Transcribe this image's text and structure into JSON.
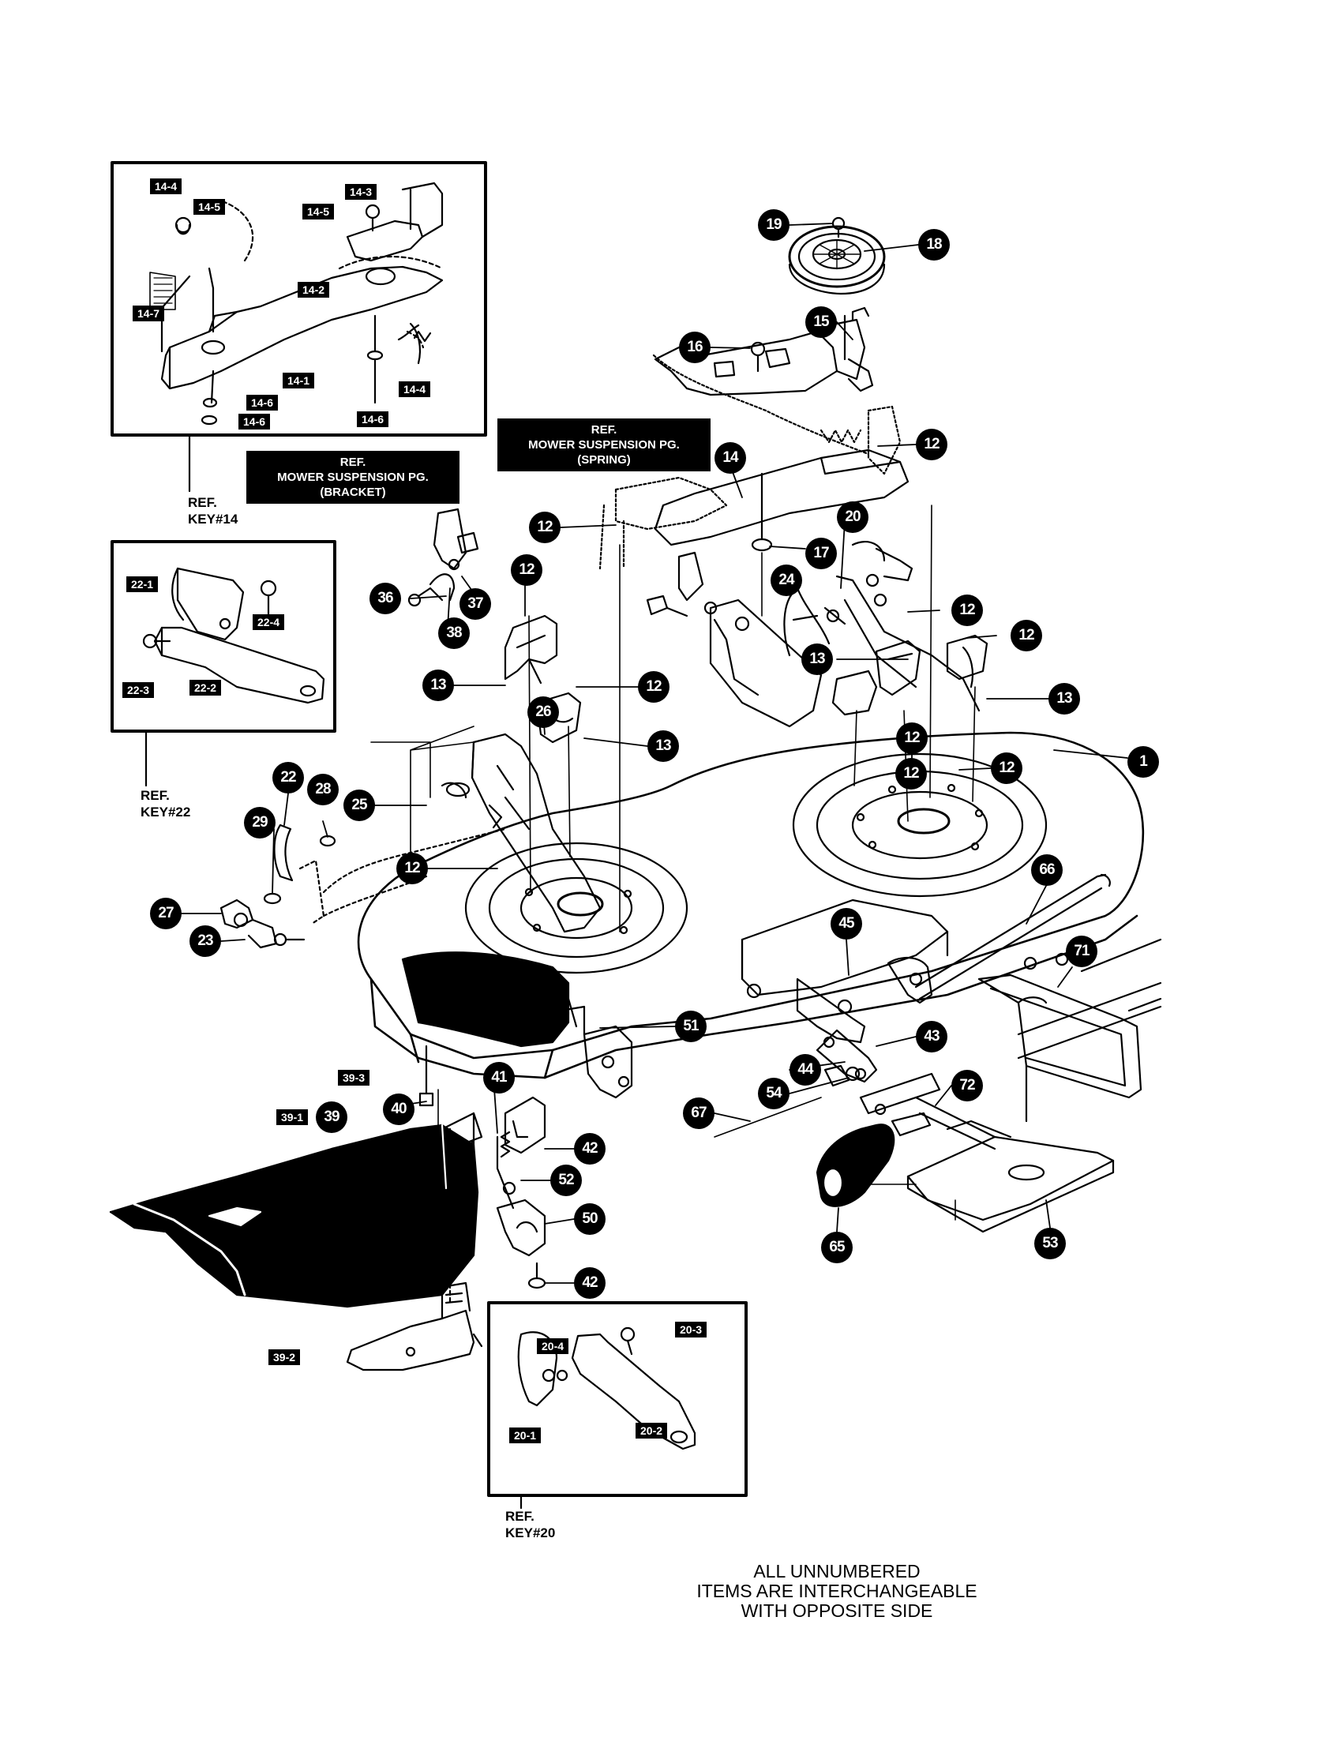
{
  "callouts": [
    {
      "id": "c19",
      "text": "19"
    },
    {
      "id": "c18",
      "text": "18"
    },
    {
      "id": "c15",
      "text": "15"
    },
    {
      "id": "c16",
      "text": "16"
    },
    {
      "id": "c12a",
      "text": "12"
    },
    {
      "id": "c14",
      "text": "14"
    },
    {
      "id": "c17",
      "text": "17"
    },
    {
      "id": "c20",
      "text": "20"
    },
    {
      "id": "c12b",
      "text": "12"
    },
    {
      "id": "c12c",
      "text": "12"
    },
    {
      "id": "c24",
      "text": "24"
    },
    {
      "id": "c12d",
      "text": "12"
    },
    {
      "id": "c12e",
      "text": "12"
    },
    {
      "id": "c13a",
      "text": "13"
    },
    {
      "id": "c13b",
      "text": "13"
    },
    {
      "id": "c36",
      "text": "36"
    },
    {
      "id": "c37",
      "text": "37"
    },
    {
      "id": "c38",
      "text": "38"
    },
    {
      "id": "c12f",
      "text": "12"
    },
    {
      "id": "c13c",
      "text": "13"
    },
    {
      "id": "c12g",
      "text": "12"
    },
    {
      "id": "c26",
      "text": "26"
    },
    {
      "id": "c13d",
      "text": "13"
    },
    {
      "id": "c12h",
      "text": "12"
    },
    {
      "id": "c12i",
      "text": "12"
    },
    {
      "id": "c1",
      "text": "1"
    },
    {
      "id": "c22",
      "text": "22"
    },
    {
      "id": "c28",
      "text": "28"
    },
    {
      "id": "c25",
      "text": "25"
    },
    {
      "id": "c29",
      "text": "29"
    },
    {
      "id": "c12j",
      "text": "12"
    },
    {
      "id": "c27",
      "text": "27"
    },
    {
      "id": "c23",
      "text": "23"
    },
    {
      "id": "c66",
      "text": "66"
    },
    {
      "id": "c45",
      "text": "45"
    },
    {
      "id": "c71",
      "text": "71"
    },
    {
      "id": "c51",
      "text": "51"
    },
    {
      "id": "c43",
      "text": "43"
    },
    {
      "id": "c41",
      "text": "41"
    },
    {
      "id": "c44",
      "text": "44"
    },
    {
      "id": "c54",
      "text": "54"
    },
    {
      "id": "c72",
      "text": "72"
    },
    {
      "id": "c67",
      "text": "67"
    },
    {
      "id": "c40",
      "text": "40"
    },
    {
      "id": "c39",
      "text": "39"
    },
    {
      "id": "c42a",
      "text": "42"
    },
    {
      "id": "c52",
      "text": "52"
    },
    {
      "id": "c50",
      "text": "50"
    },
    {
      "id": "c42b",
      "text": "42"
    },
    {
      "id": "c65",
      "text": "65"
    },
    {
      "id": "c53",
      "text": "53"
    }
  ],
  "tags": [
    {
      "id": "t14-4a",
      "text": "14-4"
    },
    {
      "id": "t14-3",
      "text": "14-3"
    },
    {
      "id": "t14-5a",
      "text": "14-5"
    },
    {
      "id": "t14-5b",
      "text": "14-5"
    },
    {
      "id": "t14-2",
      "text": "14-2"
    },
    {
      "id": "t14-7",
      "text": "14-7"
    },
    {
      "id": "t14-1",
      "text": "14-1"
    },
    {
      "id": "t14-4b",
      "text": "14-4"
    },
    {
      "id": "t14-6a",
      "text": "14-6"
    },
    {
      "id": "t14-6b",
      "text": "14-6"
    },
    {
      "id": "t14-6c",
      "text": "14-6"
    },
    {
      "id": "t22-1",
      "text": "22-1"
    },
    {
      "id": "t22-4",
      "text": "22-4"
    },
    {
      "id": "t22-3",
      "text": "22-3"
    },
    {
      "id": "t22-2",
      "text": "22-2"
    },
    {
      "id": "t39-3",
      "text": "39-3"
    },
    {
      "id": "t39-1",
      "text": "39-1"
    },
    {
      "id": "t39-2",
      "text": "39-2"
    },
    {
      "id": "t20-4",
      "text": "20-4"
    },
    {
      "id": "t20-3",
      "text": "20-3"
    },
    {
      "id": "t20-1",
      "text": "20-1"
    },
    {
      "id": "t20-2",
      "text": "20-2"
    }
  ],
  "ref_boxes": {
    "spring": [
      "REF.",
      "MOWER SUSPENSION PG.",
      "(SPRING)"
    ],
    "bracket": [
      "REF.",
      "MOWER SUSPENSION PG.",
      "(BRACKET)"
    ]
  },
  "ref_keys": {
    "key14": [
      "REF.",
      "KEY#14"
    ],
    "key22": [
      "REF.",
      "KEY#22"
    ],
    "key20": [
      "REF.",
      "KEY#20"
    ]
  },
  "footnote": [
    "ALL UNNUMBERED",
    "ITEMS ARE INTERCHANGEABLE",
    "WITH OPPOSITE SIDE"
  ]
}
